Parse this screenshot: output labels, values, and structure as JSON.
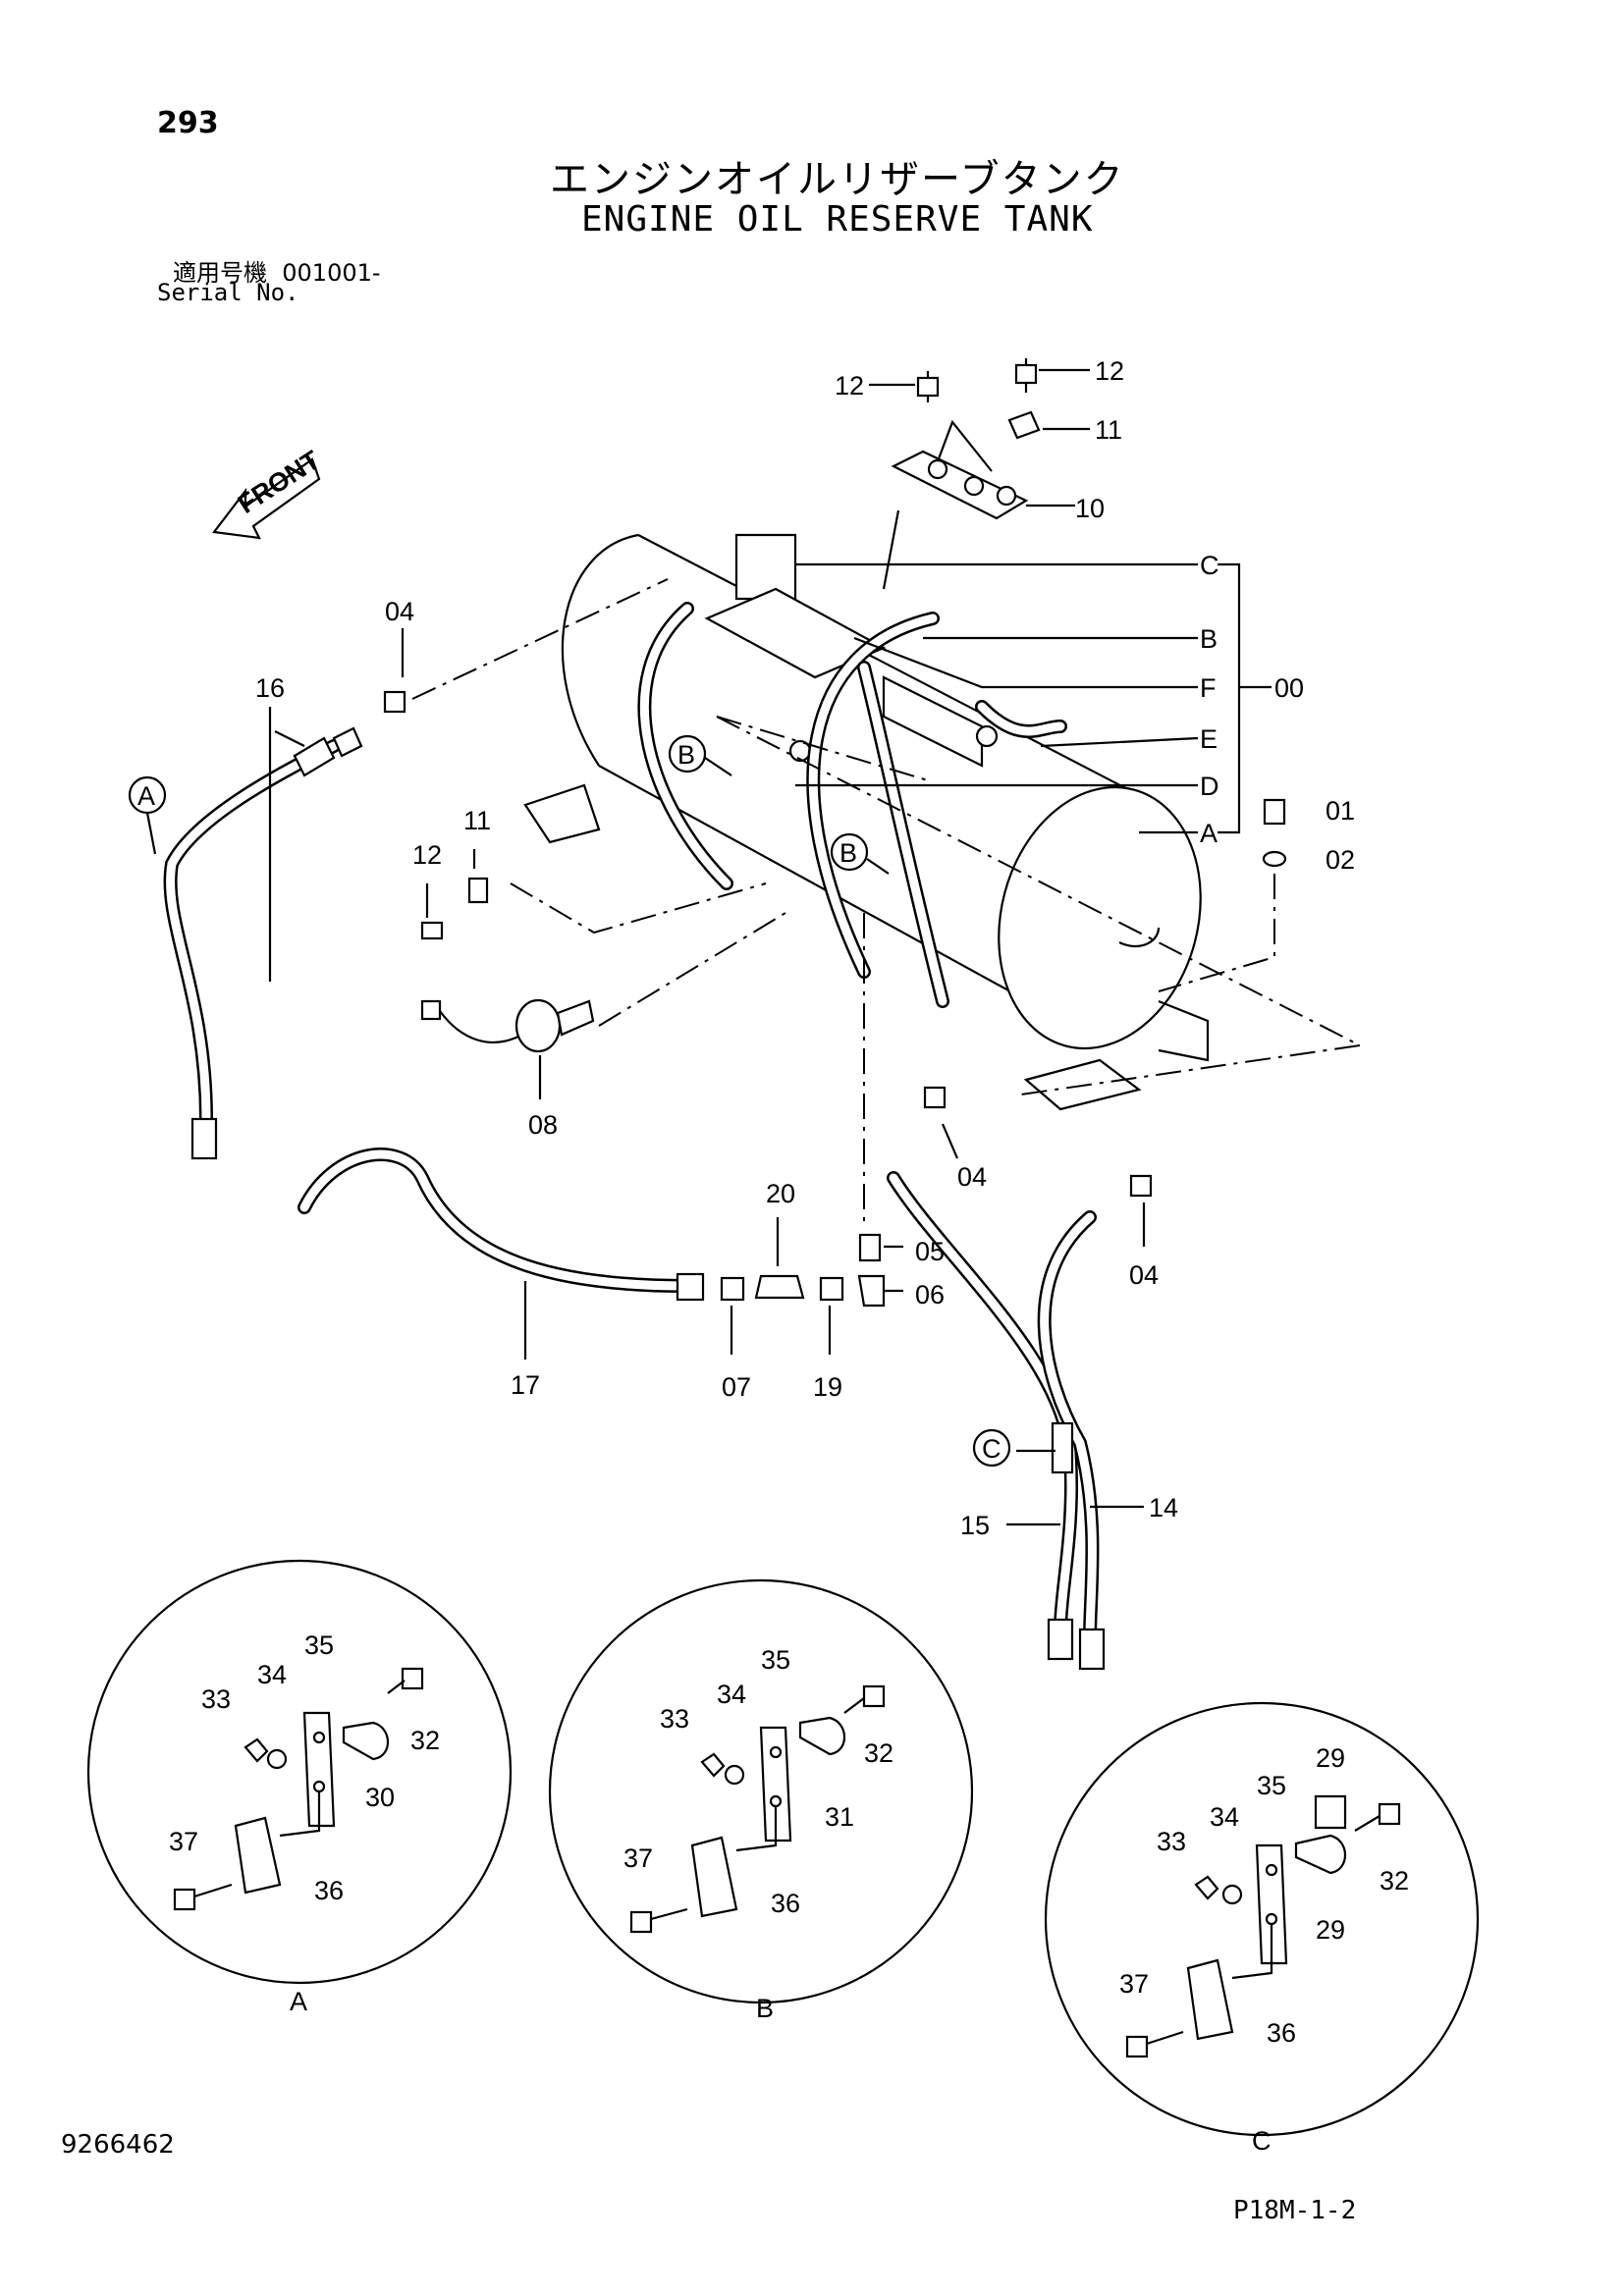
{
  "header": {
    "page_number": "293",
    "title_jp": "エンジンオイルリザーブタンク",
    "title_en": "ENGINE OIL RESERVE TANK",
    "serial_label_jp": "適用号機",
    "serial_value": "001001-",
    "serial_label_en": "Serial No."
  },
  "footer": {
    "document_number": "9266462",
    "figure_reference": "P18M-1-2"
  },
  "diagram": {
    "front_label": "FRONT",
    "part_numbers": {
      "p00": "00",
      "p01": "01",
      "p02": "02",
      "p04": "04",
      "p05": "05",
      "p06": "06",
      "p07": "07",
      "p08": "08",
      "p10": "10",
      "p11": "11",
      "p12": "12",
      "p14": "14",
      "p15": "15",
      "p16": "16",
      "p17": "17",
      "p19": "19",
      "p20": "20",
      "p29": "29",
      "p30": "30",
      "p31": "31",
      "p32": "32",
      "p33": "33",
      "p34": "34",
      "p35": "35",
      "p36": "36",
      "p37": "37"
    },
    "reference_letters": {
      "a": "A",
      "b": "B",
      "c": "C",
      "d": "D",
      "e": "E",
      "f": "F"
    },
    "detail_views": [
      {
        "letter": "A"
      },
      {
        "letter": "B"
      },
      {
        "letter": "C"
      }
    ]
  }
}
